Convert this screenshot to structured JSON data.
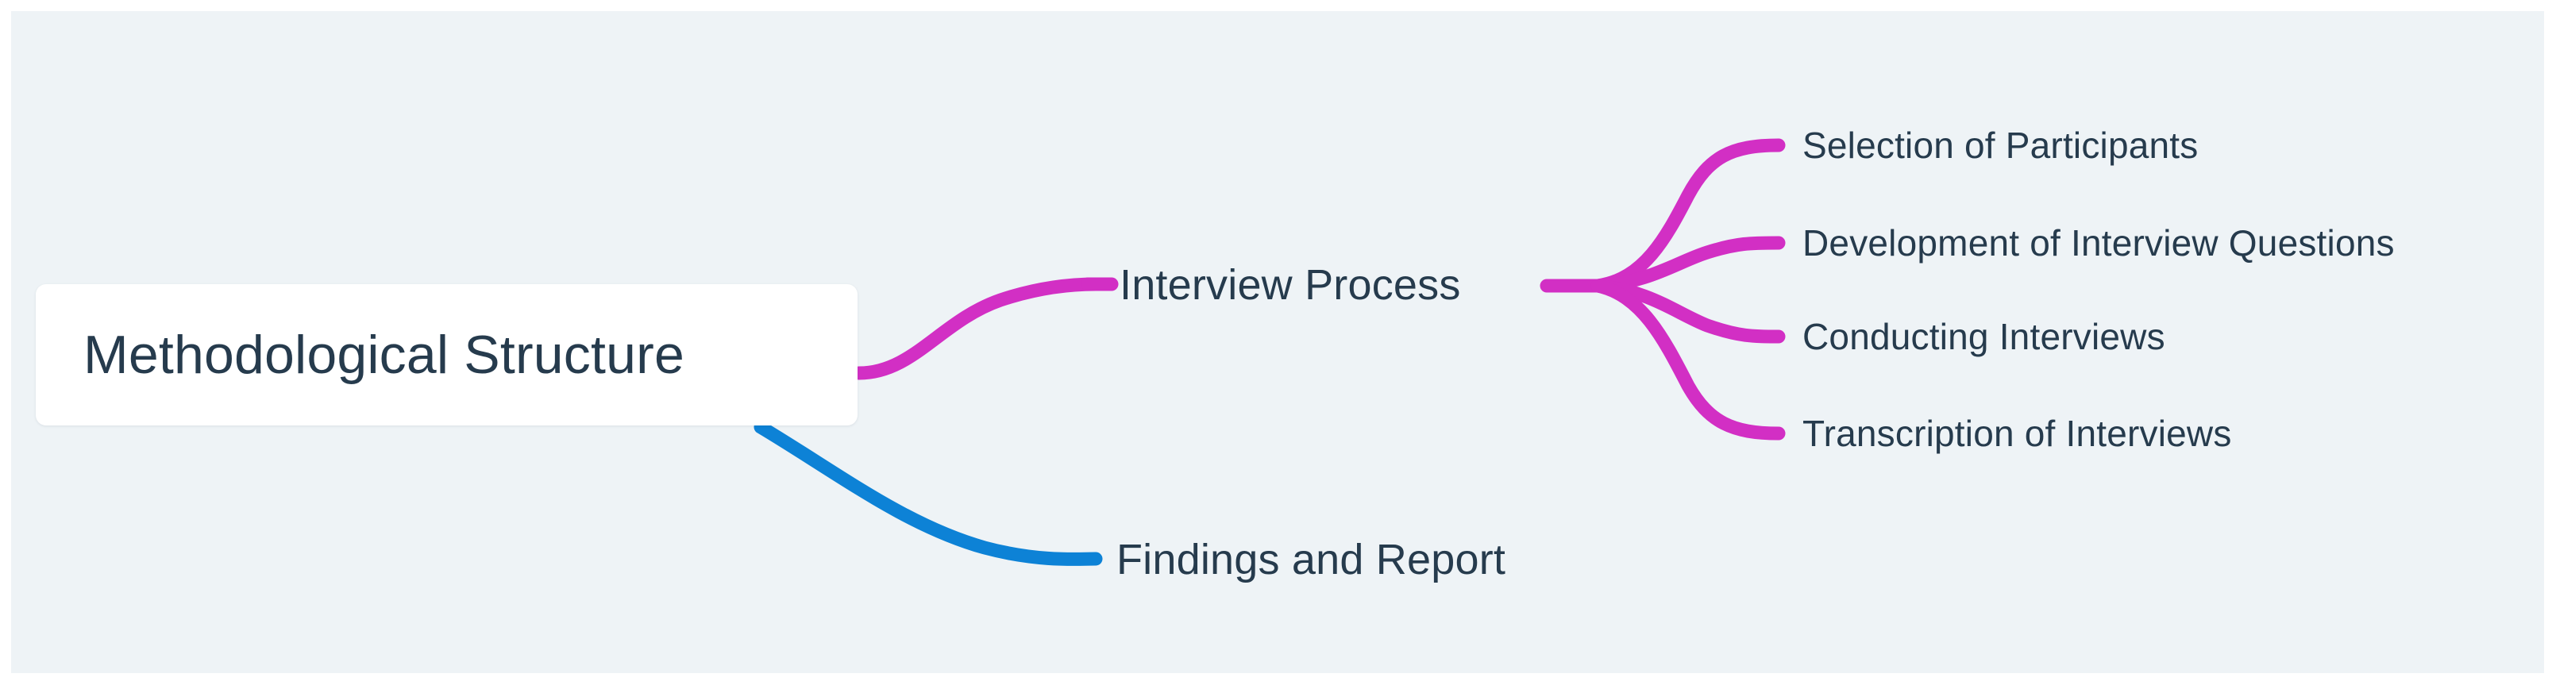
{
  "diagram": {
    "type": "mindmap",
    "background_color": "#eef3f6",
    "page_color": "#ffffff",
    "text_color": "#263b4d",
    "root": {
      "label": "Methodological Structure",
      "node_fill": "#ffffff",
      "shape": "rounded-rectangle"
    },
    "branches": [
      {
        "label": "Interview Process",
        "edge_color": "#d22fc4",
        "children": [
          {
            "label": "Selection of Participants",
            "edge_color": "#d22fc4"
          },
          {
            "label": "Development of Interview Questions",
            "edge_color": "#d22fc4"
          },
          {
            "label": "Conducting Interviews",
            "edge_color": "#d22fc4"
          },
          {
            "label": "Transcription of Interviews",
            "edge_color": "#d22fc4"
          }
        ]
      },
      {
        "label": "Findings and Report",
        "edge_color": "#0d82d6",
        "children": []
      }
    ]
  }
}
